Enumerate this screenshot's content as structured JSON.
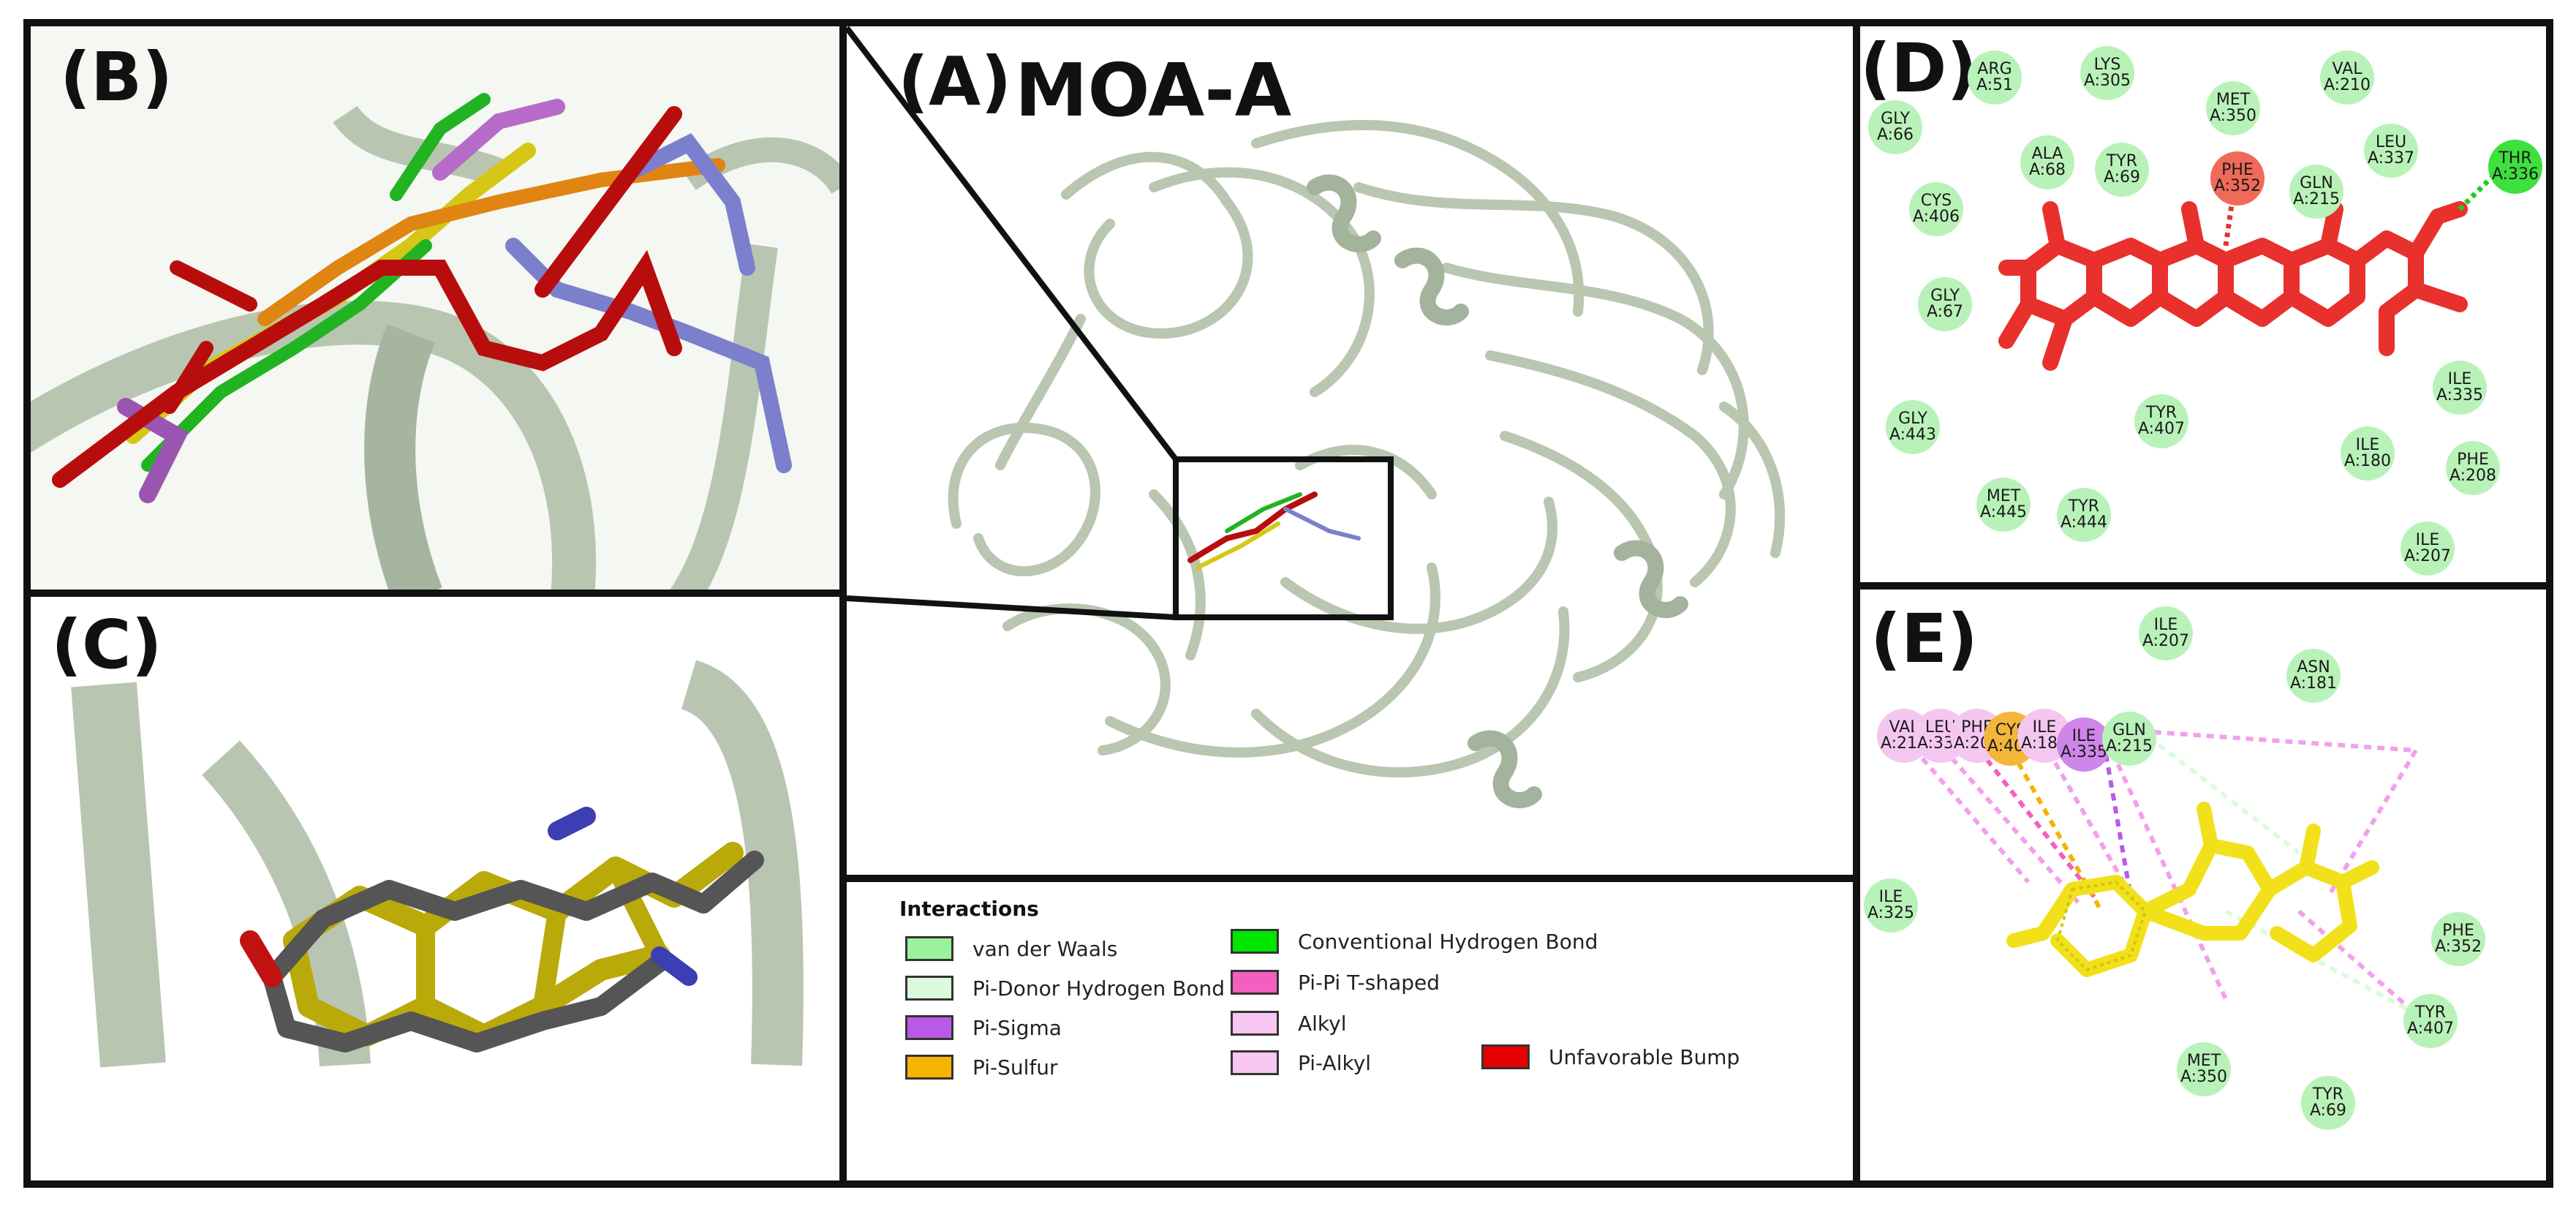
{
  "panels": {
    "a": {
      "label": "(A)",
      "title": "MOA-A"
    },
    "b": {
      "label": "(B)"
    },
    "c": {
      "label": "(C)"
    },
    "d": {
      "label": "(D)"
    },
    "e": {
      "label": "(E)"
    }
  },
  "legend": {
    "title": "Interactions",
    "items": [
      {
        "label": "van der Waals",
        "color": "#9af39a"
      },
      {
        "label": "Pi-Donor Hydrogen Bond",
        "color": "#dcfbdc"
      },
      {
        "label": "Pi-Sigma",
        "color": "#b85ae6"
      },
      {
        "label": "Pi-Sulfur",
        "color": "#f4b400"
      },
      {
        "label": "Conventional Hydrogen Bond",
        "color": "#00e600"
      },
      {
        "label": "Pi-Pi T-shaped",
        "color": "#f25fbf"
      },
      {
        "label": "Alkyl",
        "color": "#f7c6f2"
      },
      {
        "label": "Pi-Alkyl",
        "color": "#f7c6f2"
      },
      {
        "label": "Unfavorable Bump",
        "color": "#e60000"
      }
    ]
  },
  "panel_d_residues": [
    {
      "name": "ARG",
      "id": "A:51"
    },
    {
      "name": "LYS",
      "id": "A:305"
    },
    {
      "name": "VAL",
      "id": "A:210"
    },
    {
      "name": "GLY",
      "id": "A:66"
    },
    {
      "name": "MET",
      "id": "A:350"
    },
    {
      "name": "ALA",
      "id": "A:68"
    },
    {
      "name": "TYR",
      "id": "A:69"
    },
    {
      "name": "PHE",
      "id": "A:352"
    },
    {
      "name": "GLN",
      "id": "A:215"
    },
    {
      "name": "LEU",
      "id": "A:337"
    },
    {
      "name": "CYS",
      "id": "A:406"
    },
    {
      "name": "THR",
      "id": "A:336"
    },
    {
      "name": "GLY",
      "id": "A:67"
    },
    {
      "name": "ILE",
      "id": "A:335"
    },
    {
      "name": "GLY",
      "id": "A:443"
    },
    {
      "name": "TYR",
      "id": "A:407"
    },
    {
      "name": "ILE",
      "id": "A:180"
    },
    {
      "name": "PHE",
      "id": "A:208"
    },
    {
      "name": "MET",
      "id": "A:445"
    },
    {
      "name": "TYR",
      "id": "A:444"
    },
    {
      "name": "ILE",
      "id": "A:207"
    }
  ],
  "panel_e_residues": [
    {
      "name": "ILE",
      "id": "A:207"
    },
    {
      "name": "ASN",
      "id": "A:181"
    },
    {
      "name": "VAL",
      "id": "A:210"
    },
    {
      "name": "LEU",
      "id": "A:337"
    },
    {
      "name": "PHE",
      "id": "A:208"
    },
    {
      "name": "CYS",
      "id": "A:406"
    },
    {
      "name": "ILE",
      "id": "A:180"
    },
    {
      "name": "ILE",
      "id": "A:335"
    },
    {
      "name": "GLN",
      "id": "A:215"
    },
    {
      "name": "ILE",
      "id": "A:325"
    },
    {
      "name": "PHE",
      "id": "A:352"
    },
    {
      "name": "TYR",
      "id": "A:407"
    },
    {
      "name": "MET",
      "id": "A:350"
    },
    {
      "name": "TYR",
      "id": "A:69"
    }
  ]
}
